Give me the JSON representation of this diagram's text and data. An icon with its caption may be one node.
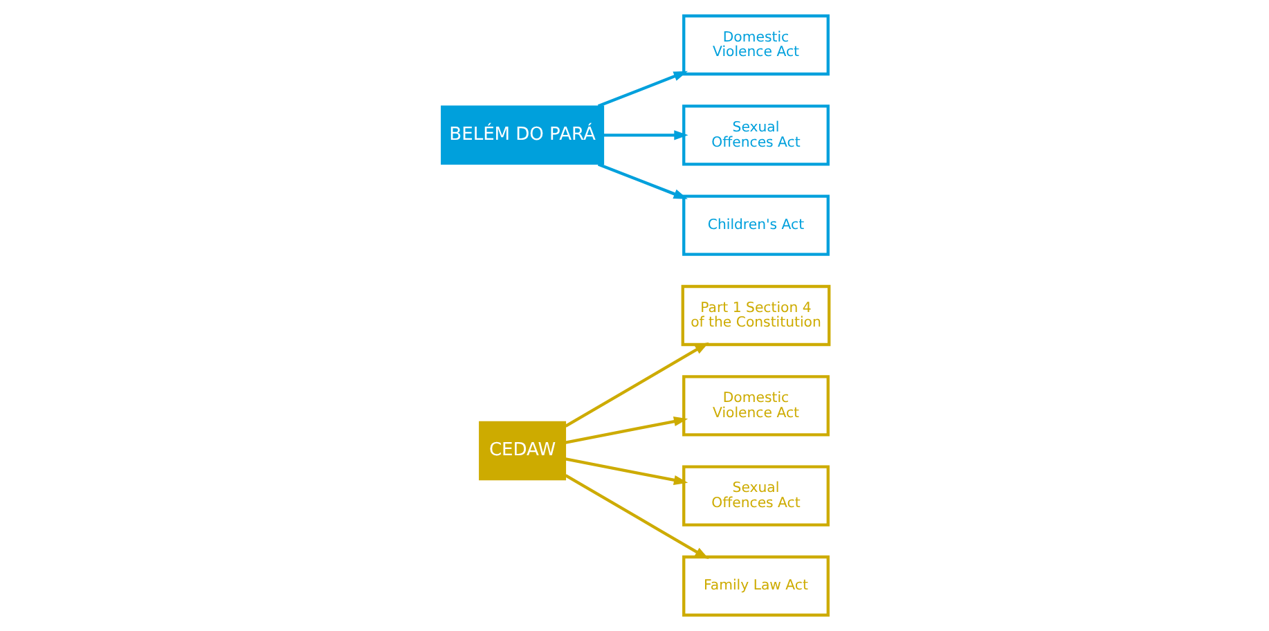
{
  "diagram": {
    "nodes": [
      {
        "text": [
          "CEDAW"
        ]
      },
      {
        "text": [
          "Part 1 Section 4 of the Constitution"
        ]
      },
      {
        "text": [
          "Domestic Violence Act"
        ]
      },
      {
        "text": [
          "Sexual Offences Act"
        ]
      },
      {
        "text": [
          "Family Law Act"
        ]
      },
      {
        "text": [
          "BELÉM DO PARÁ"
        ]
      },
      {
        "text": [
          "Domestic Violence Act"
        ]
      },
      {
        "text": [
          "Sexual Offences Act"
        ]
      },
      {
        "text": [
          "Children's Act"
        ]
      }
    ],
    "edges": [
      {
        "from": 0,
        "to": 1,
        "arrow": "to"
      },
      {
        "from": 0,
        "to": 2,
        "arrow": "to"
      },
      {
        "from": 0,
        "to": 3,
        "arrow": "to"
      },
      {
        "from": 0,
        "to": 4,
        "arrow": "to"
      },
      {
        "from": 5,
        "to": 6,
        "arrow": "to",
        "color": "#00a0dc"
      },
      {
        "from": 5,
        "to": 7,
        "arrow": "to",
        "color": "#00a0dc"
      },
      {
        "from": 5,
        "to": 8,
        "arrow": "to",
        "color": "#00a0dc"
      }
    ]
  }
}
